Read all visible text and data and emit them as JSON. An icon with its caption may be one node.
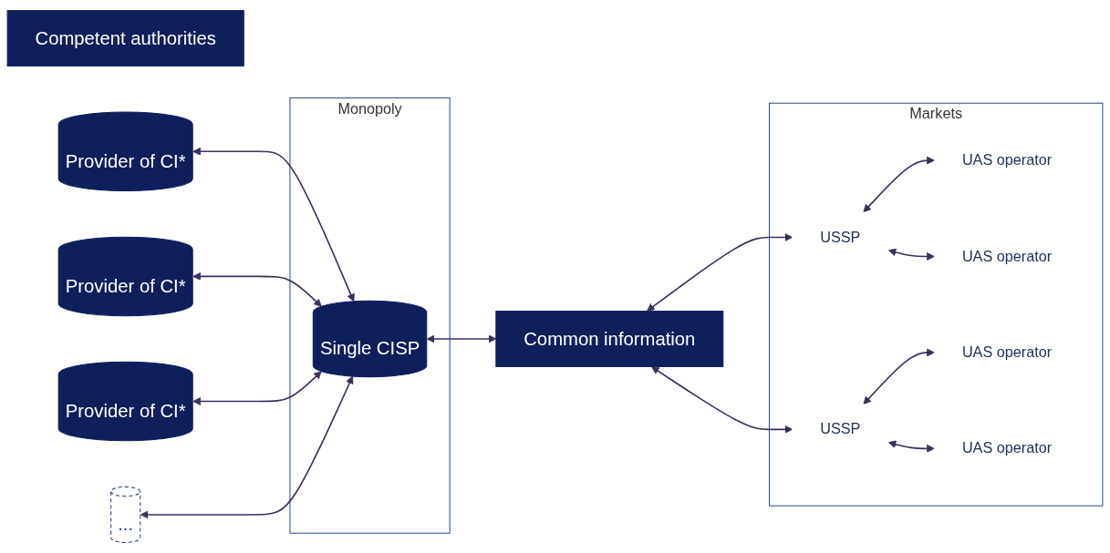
{
  "diagram": {
    "nodes": [
      {
        "text": [
          "Competent authorities"
        ]
      },
      {
        "text": [
          "Provider of CI*"
        ]
      },
      {
        "text": [
          "Provider of CI*"
        ]
      },
      {
        "text": [
          "Provider of CI*"
        ]
      },
      {
        "text": [
          "..."
        ]
      },
      {
        "text": [
          "Monopoly"
        ]
      },
      {
        "text": [
          "Single CISP"
        ],
        "in": 5
      },
      {
        "text": [
          "Common information"
        ]
      },
      {
        "text": [
          "Markets"
        ]
      },
      {
        "text": [
          "USSP"
        ],
        "in": 8
      },
      {
        "text": [
          "USSP"
        ],
        "in": 8
      },
      {
        "text": [
          "UAS operator"
        ],
        "in": 8
      },
      {
        "text": [
          "UAS operator"
        ],
        "in": 8
      },
      {
        "text": [
          "UAS operator"
        ],
        "in": 8
      },
      {
        "text": [
          "UAS operator"
        ],
        "in": 8
      }
    ],
    "edges": [
      {
        "from": 1,
        "to": 6,
        "arrow": "both"
      },
      {
        "from": 2,
        "to": 6,
        "arrow": "both"
      },
      {
        "from": 3,
        "to": 6,
        "arrow": "both"
      },
      {
        "from": 4,
        "to": 6,
        "arrow": "both"
      },
      {
        "from": 6,
        "to": 7,
        "arrow": "both"
      },
      {
        "from": 7,
        "to": 9,
        "arrow": "both"
      },
      {
        "from": 7,
        "to": 10,
        "arrow": "both"
      },
      {
        "from": 9,
        "to": 11,
        "arrow": "both"
      },
      {
        "from": 9,
        "to": 12,
        "arrow": "both"
      },
      {
        "from": 10,
        "to": 13,
        "arrow": "both"
      },
      {
        "from": 10,
        "to": 14,
        "arrow": "both"
      }
    ]
  }
}
